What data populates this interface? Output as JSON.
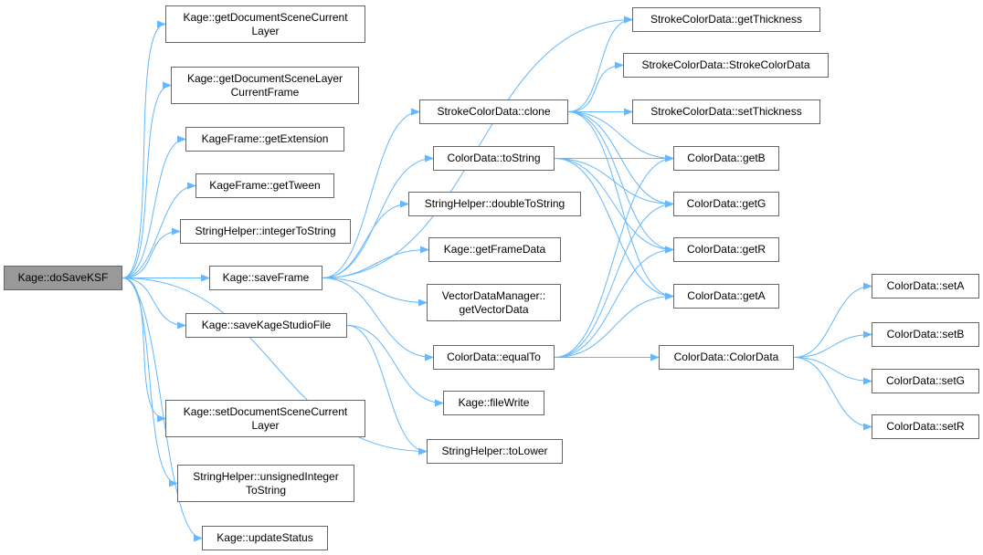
{
  "colors": {
    "edge": "#63B8FF",
    "node_border": "#666666",
    "root_fill": "#999999",
    "node_fill": "#ffffff"
  },
  "nodes": [
    {
      "id": "root",
      "label": "Kage::doSaveKSF",
      "root": true
    },
    {
      "id": "getDocSceneCurLayer",
      "label": "Kage::getDocumentSceneCurrent\nLayer"
    },
    {
      "id": "getDocSceneLayerCurFrame",
      "label": "Kage::getDocumentSceneLayer\nCurrentFrame"
    },
    {
      "id": "getExtension",
      "label": "KageFrame::getExtension"
    },
    {
      "id": "getTween",
      "label": "KageFrame::getTween"
    },
    {
      "id": "integerToString",
      "label": "StringHelper::integerToString"
    },
    {
      "id": "saveFrame",
      "label": "Kage::saveFrame"
    },
    {
      "id": "saveKageStudioFile",
      "label": "Kage::saveKageStudioFile"
    },
    {
      "id": "setDocSceneCurLayer",
      "label": "Kage::setDocumentSceneCurrent\nLayer"
    },
    {
      "id": "unsignedIntegerToString",
      "label": "StringHelper::unsignedInteger\nToString"
    },
    {
      "id": "updateStatus",
      "label": "Kage::updateStatus"
    },
    {
      "id": "strokeClone",
      "label": "StrokeColorData::clone"
    },
    {
      "id": "cdToString",
      "label": "ColorData::toString"
    },
    {
      "id": "doubleToString",
      "label": "StringHelper::doubleToString"
    },
    {
      "id": "getFrameData",
      "label": "Kage::getFrameData"
    },
    {
      "id": "getVectorData",
      "label": "VectorDataManager::\ngetVectorData"
    },
    {
      "id": "equalTo",
      "label": "ColorData::equalTo"
    },
    {
      "id": "fileWrite",
      "label": "Kage::fileWrite"
    },
    {
      "id": "toLower",
      "label": "StringHelper::toLower"
    },
    {
      "id": "getThickness",
      "label": "StrokeColorData::getThickness"
    },
    {
      "id": "strokeCtor",
      "label": "StrokeColorData::StrokeColorData"
    },
    {
      "id": "setThickness",
      "label": "StrokeColorData::setThickness"
    },
    {
      "id": "getB",
      "label": "ColorData::getB"
    },
    {
      "id": "getG",
      "label": "ColorData::getG"
    },
    {
      "id": "getR",
      "label": "ColorData::getR"
    },
    {
      "id": "getA",
      "label": "ColorData::getA"
    },
    {
      "id": "cdCtor",
      "label": "ColorData::ColorData"
    },
    {
      "id": "setA",
      "label": "ColorData::setA"
    },
    {
      "id": "setB",
      "label": "ColorData::setB"
    },
    {
      "id": "setG",
      "label": "ColorData::setG"
    },
    {
      "id": "setR",
      "label": "ColorData::setR"
    }
  ],
  "edges": [
    [
      "root",
      "getDocSceneCurLayer"
    ],
    [
      "root",
      "getDocSceneLayerCurFrame"
    ],
    [
      "root",
      "getExtension"
    ],
    [
      "root",
      "getTween"
    ],
    [
      "root",
      "integerToString"
    ],
    [
      "root",
      "saveFrame"
    ],
    [
      "root",
      "saveKageStudioFile"
    ],
    [
      "root",
      "setDocSceneCurLayer"
    ],
    [
      "root",
      "unsignedIntegerToString"
    ],
    [
      "root",
      "updateStatus"
    ],
    [
      "root",
      "toLower"
    ],
    [
      "saveFrame",
      "strokeClone"
    ],
    [
      "saveFrame",
      "cdToString"
    ],
    [
      "saveFrame",
      "doubleToString"
    ],
    [
      "saveFrame",
      "getFrameData"
    ],
    [
      "saveFrame",
      "getVectorData"
    ],
    [
      "saveFrame",
      "equalTo"
    ],
    [
      "saveFrame",
      "getThickness"
    ],
    [
      "saveKageStudioFile",
      "fileWrite"
    ],
    [
      "saveKageStudioFile",
      "toLower"
    ],
    [
      "strokeClone",
      "getThickness"
    ],
    [
      "strokeClone",
      "strokeCtor"
    ],
    [
      "strokeClone",
      "setThickness"
    ],
    [
      "strokeClone",
      "getB"
    ],
    [
      "strokeClone",
      "getG"
    ],
    [
      "strokeClone",
      "getR"
    ],
    [
      "strokeClone",
      "getA"
    ],
    [
      "cdToString",
      "getB"
    ],
    [
      "cdToString",
      "getG"
    ],
    [
      "cdToString",
      "getR"
    ],
    [
      "cdToString",
      "getA"
    ],
    [
      "equalTo",
      "getB"
    ],
    [
      "equalTo",
      "getG"
    ],
    [
      "equalTo",
      "getR"
    ],
    [
      "equalTo",
      "getA"
    ],
    [
      "equalTo",
      "cdCtor"
    ],
    [
      "cdCtor",
      "setA"
    ],
    [
      "cdCtor",
      "setB"
    ],
    [
      "cdCtor",
      "setG"
    ],
    [
      "cdCtor",
      "setR"
    ]
  ]
}
